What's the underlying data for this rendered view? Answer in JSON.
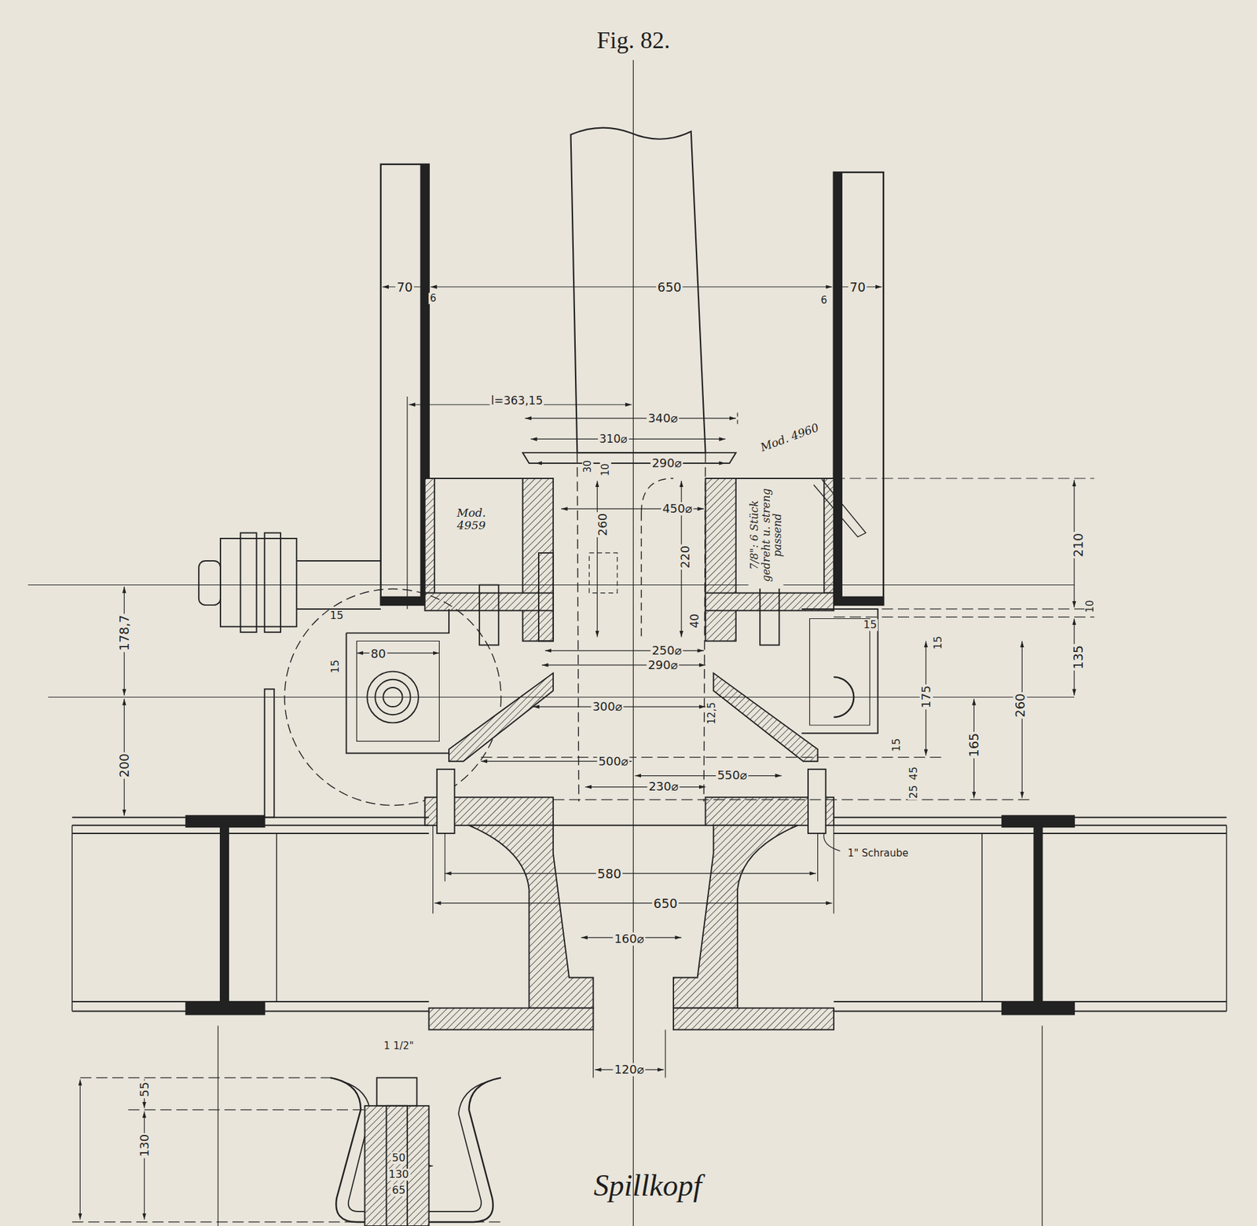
{
  "diagram": {
    "title": "Fig. 82.",
    "labels": [
      "70",
      "6",
      "650",
      "6",
      "70",
      "l=363,15",
      "340⌀",
      "310⌀",
      "Mod. 4960",
      "30",
      "10",
      "290⌀",
      "Mod. 4959",
      "260",
      "450⌀",
      "220",
      "7/8\": 6 Stück gedreht u. streng passend",
      "40",
      "250⌀",
      "290⌀",
      "178,7",
      "15",
      "80",
      "15",
      "300⌀",
      "12,5",
      "500⌀",
      "230⌀",
      "550⌀",
      "200",
      "210",
      "10",
      "135",
      "15",
      "15",
      "175",
      "260",
      "165",
      "15",
      "45",
      "25",
      "1\" Schraube",
      "580",
      "650",
      "160⌀",
      "120⌀",
      "1 1/2\"",
      "55",
      "130",
      "50",
      "130",
      "65",
      "Spillkopf"
    ]
  }
}
